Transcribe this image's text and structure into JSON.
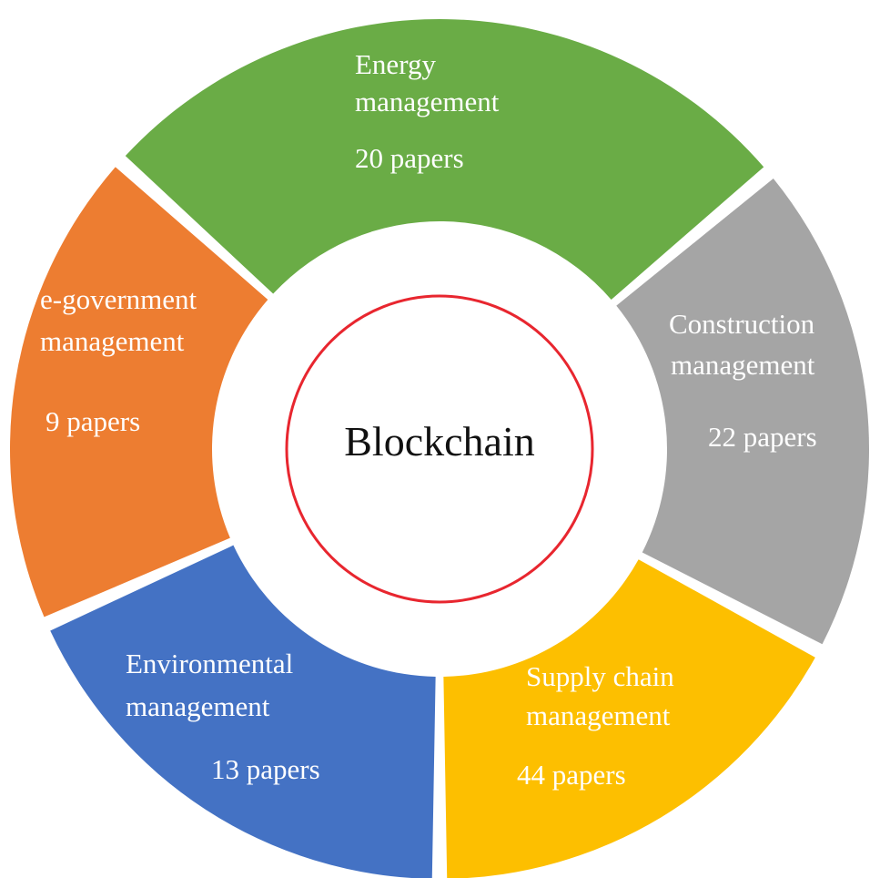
{
  "center": {
    "label": "Blockchain",
    "ring_color": "#e8262f"
  },
  "segments": [
    {
      "name": "Energy management",
      "line1": "Energy",
      "line2": "management",
      "count": "20 papers",
      "papers": 20,
      "color": "#6aac46"
    },
    {
      "name": "Construction management",
      "line1": "Construction",
      "line2": "management",
      "count": "22 papers",
      "papers": 22,
      "color": "#a5a5a5"
    },
    {
      "name": "Supply chain management",
      "line1": "Supply chain",
      "line2": "management",
      "count": "44 papers",
      "papers": 44,
      "color": "#fdbf00"
    },
    {
      "name": "Environmental management",
      "line1": "Environmental",
      "line2": "management",
      "count": "13 papers",
      "papers": 13,
      "color": "#4472c4"
    },
    {
      "name": "e-government management",
      "line1": "e-government",
      "line2": "management",
      "count": "9 papers",
      "papers": 9,
      "color": "#ed7d31"
    }
  ]
}
